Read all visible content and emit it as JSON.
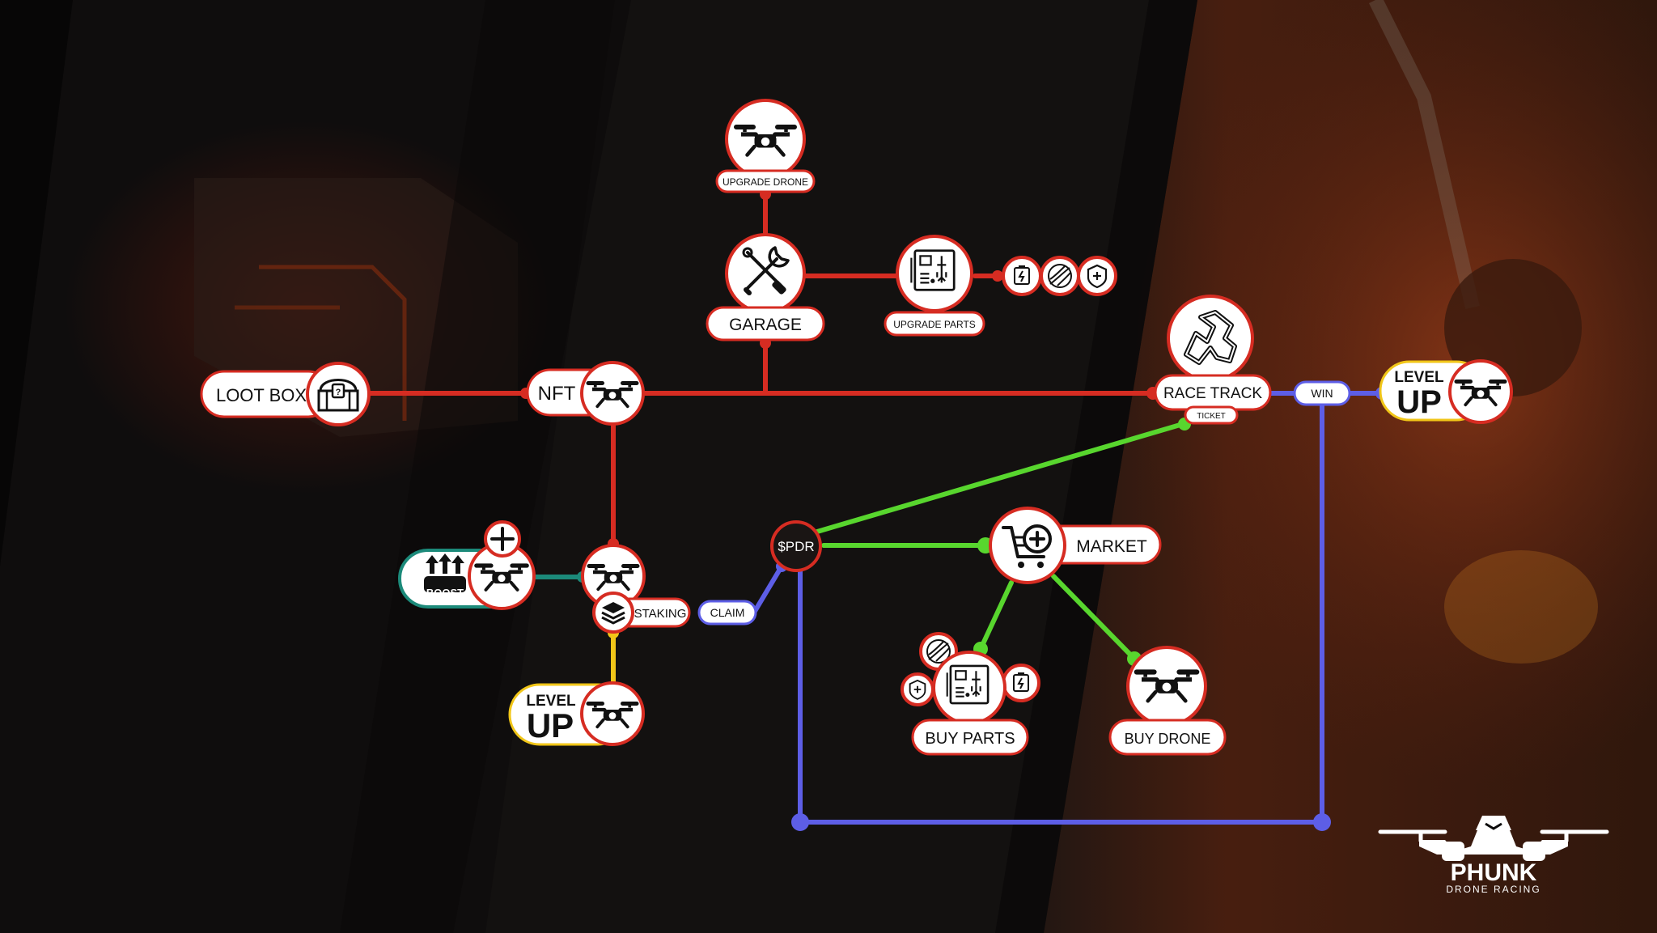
{
  "colors": {
    "red": "#d62c22",
    "green": "#58d62e",
    "blue": "#5d5ee6",
    "teal": "#1c8a7a",
    "yellow": "#f1c618",
    "bg": "#0d0c0c",
    "accent_orange": "#e0561e"
  },
  "nodes": {
    "upgrade_drone": {
      "label": "UPGRADE DRONE",
      "icon": "drone-icon"
    },
    "garage": {
      "label": "GARAGE",
      "icon": "wrench-screwdriver-icon"
    },
    "upgrade_parts": {
      "label": "UPGRADE PARTS",
      "icon": "circuit-board-icon",
      "extra_icons": [
        "battery-icon",
        "propeller-icon",
        "shield-plus-icon"
      ]
    },
    "loot_box": {
      "label": "LOOT BOX",
      "icon": "treasure-chest-icon"
    },
    "nft": {
      "label": "NFT",
      "icon": "drone-icon"
    },
    "race_track": {
      "label": "RACE TRACK",
      "icon": "race-track-icon",
      "sub_label": "TICKET"
    },
    "win": {
      "label": "WIN"
    },
    "level_up_top": {
      "line1": "LEVEL",
      "line2": "UP",
      "icon": "drone-icon"
    },
    "boost": {
      "label": "BOOST",
      "icon": "arrows-up-icon"
    },
    "staking": {
      "label": "STAKING",
      "icon": "layers-icon"
    },
    "claim": {
      "label": "CLAIM"
    },
    "level_up_bottom": {
      "line1": "LEVEL",
      "line2": "UP",
      "icon": "drone-icon"
    },
    "spdr": {
      "label": "$PDR"
    },
    "market": {
      "label": "MARKET",
      "icon": "cart-plus-icon"
    },
    "buy_parts": {
      "label": "BUY PARTS",
      "icon": "circuit-board-icon"
    },
    "buy_drone": {
      "label": "BUY DRONE",
      "icon": "drone-icon"
    }
  },
  "brand": {
    "name": "PHUNK",
    "tagline": "DRONE RACING",
    "icon": "drone-logo-icon"
  }
}
